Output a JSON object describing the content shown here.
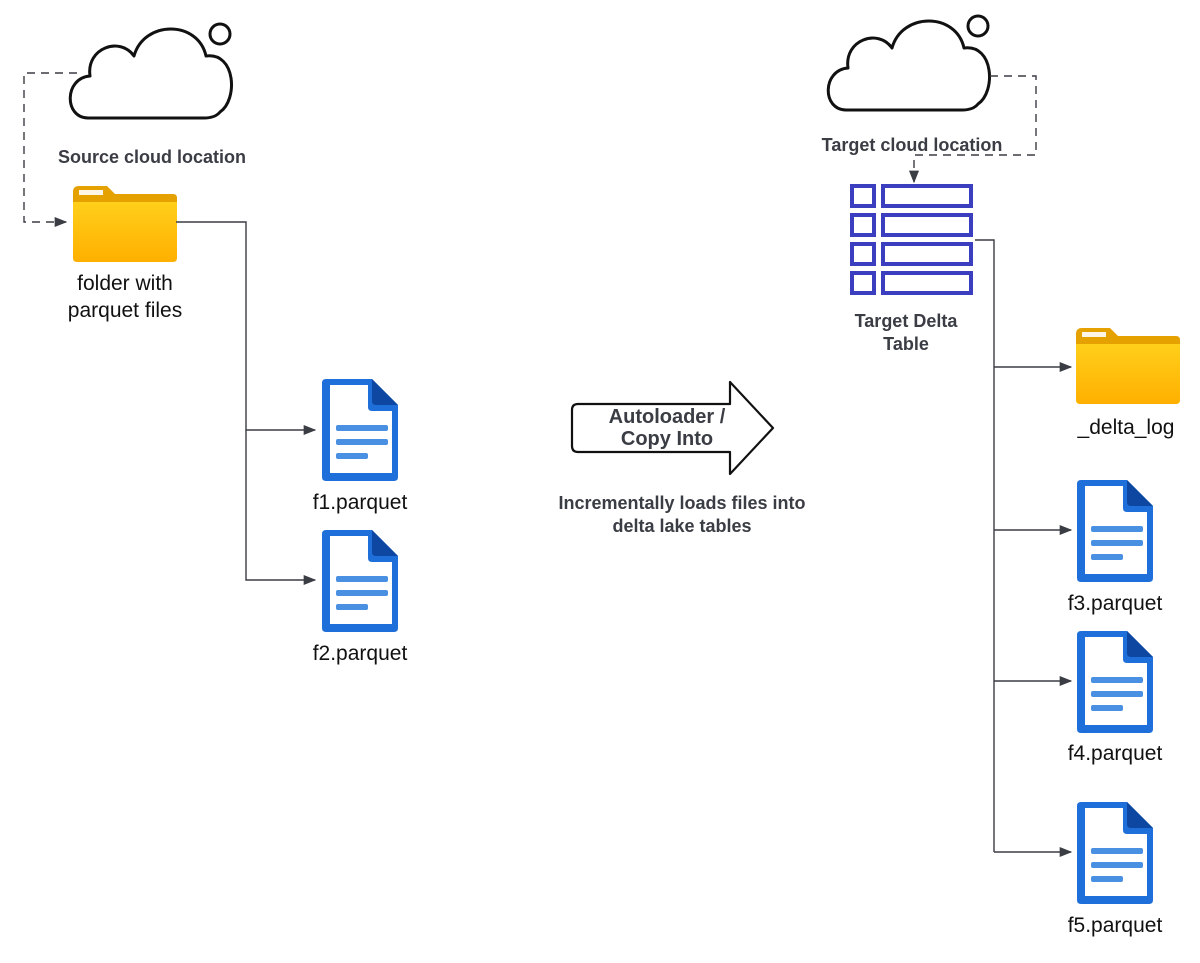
{
  "source": {
    "cloud_label": "Source cloud location",
    "folder_label_line1": "folder with",
    "folder_label_line2": "parquet files",
    "files": [
      "f1.parquet",
      "f2.parquet"
    ]
  },
  "process": {
    "arrow_label_line1": "Autoloader /",
    "arrow_label_line2": "Copy Into",
    "description_line1": "Incrementally loads files into",
    "description_line2": "delta lake tables"
  },
  "target": {
    "cloud_label": "Target cloud location",
    "table_label_line1": "Target Delta",
    "table_label_line2": "Table",
    "log_folder_label": "_delta_log",
    "files": [
      "f3.parquet",
      "f4.parquet",
      "f5.parquet"
    ]
  },
  "colors": {
    "folder_body": "#FFC107",
    "folder_tab": "#F2A900",
    "doc_body": "#1E6FD9",
    "doc_lines": "#4A90E2",
    "table_stroke": "#3B3FBF",
    "connector": "#3a3d44"
  }
}
